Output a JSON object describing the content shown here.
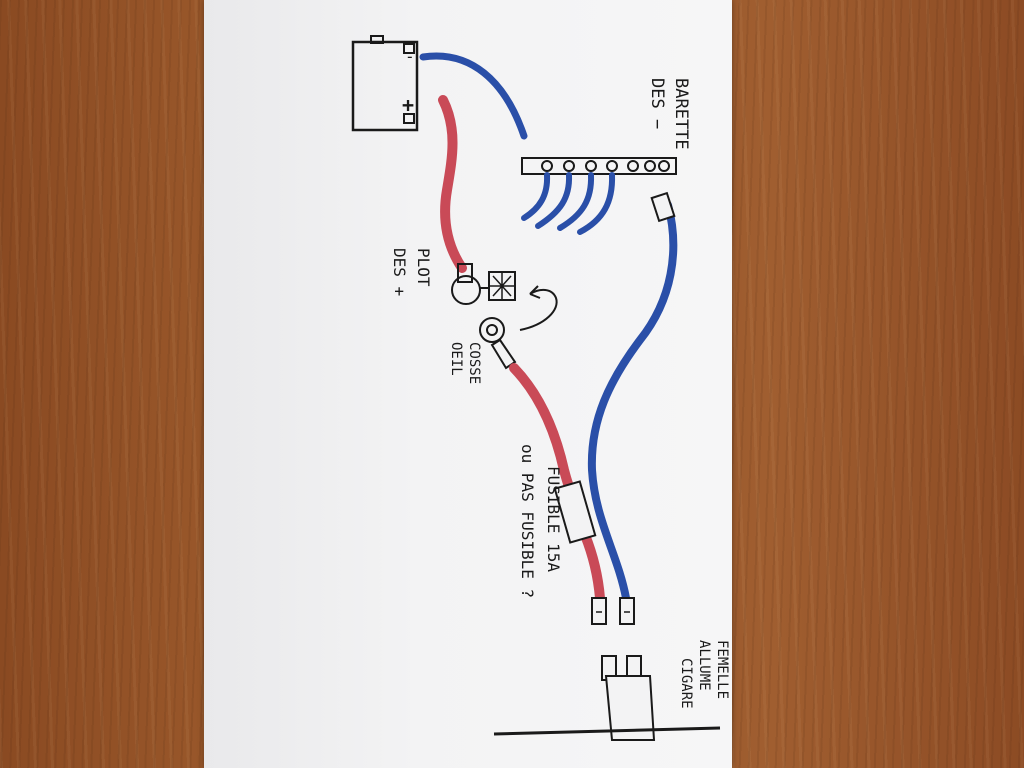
{
  "colors": {
    "wood": "#935228",
    "paper": "#f3f3f4",
    "ink": "#1a1a1a",
    "positive_wire": "#c94a57",
    "negative_wire": "#2a4fa8"
  },
  "labels": {
    "battery_plus": "+",
    "battery_minus": "-",
    "ground_bar_line1": "BARETTE",
    "ground_bar_line2": "DES −",
    "positive_stud_line1": "PLOT",
    "positive_stud_line2": "DES +",
    "ring_terminal_line1": "COSSE",
    "ring_terminal_line2": "OEIL",
    "fuse_line1": "FUSIBLE 15A",
    "fuse_line2": "ou  PAS FUSIBLE ?",
    "lighter_socket_line1": "FEMELLE",
    "lighter_socket_line2": "ALLUME",
    "lighter_socket_line3": "CIGARE"
  }
}
